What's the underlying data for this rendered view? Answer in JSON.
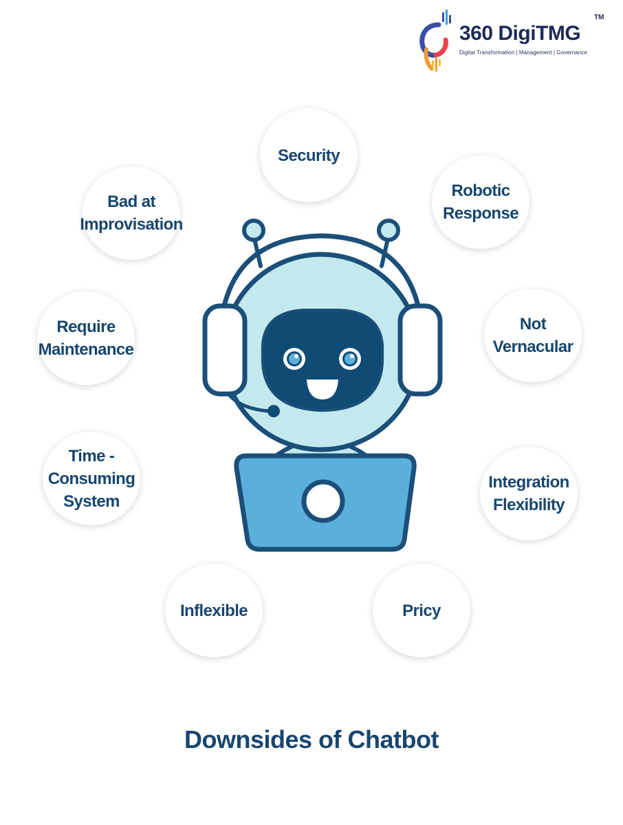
{
  "logo": {
    "name": "360 DigiTMG",
    "trademark": "TM",
    "tagline": "Digital Transformation | Management | Governance"
  },
  "bubbles": {
    "security": "Security",
    "robotic_response": "Robotic\nResponse",
    "bad_at_improvisation": "Bad at\nImprovisation",
    "require_maintenance": "Require\nMaintenance",
    "not_vernacular": "Not\nVernacular",
    "time_consuming_system": "Time -\nConsuming\nSystem",
    "integration_flexibility": "Integration\nFlexibility",
    "inflexible": "Inflexible",
    "pricy": "Pricy"
  },
  "title": "Downsides of Chatbot",
  "colors": {
    "text_navy": "#17466f",
    "robot_outline": "#1b4f79",
    "robot_helmet": "#c3e9ee",
    "robot_face": "#0f4b75",
    "laptop_blue": "#5bafdb",
    "logo_navy": "#1d2a57"
  }
}
